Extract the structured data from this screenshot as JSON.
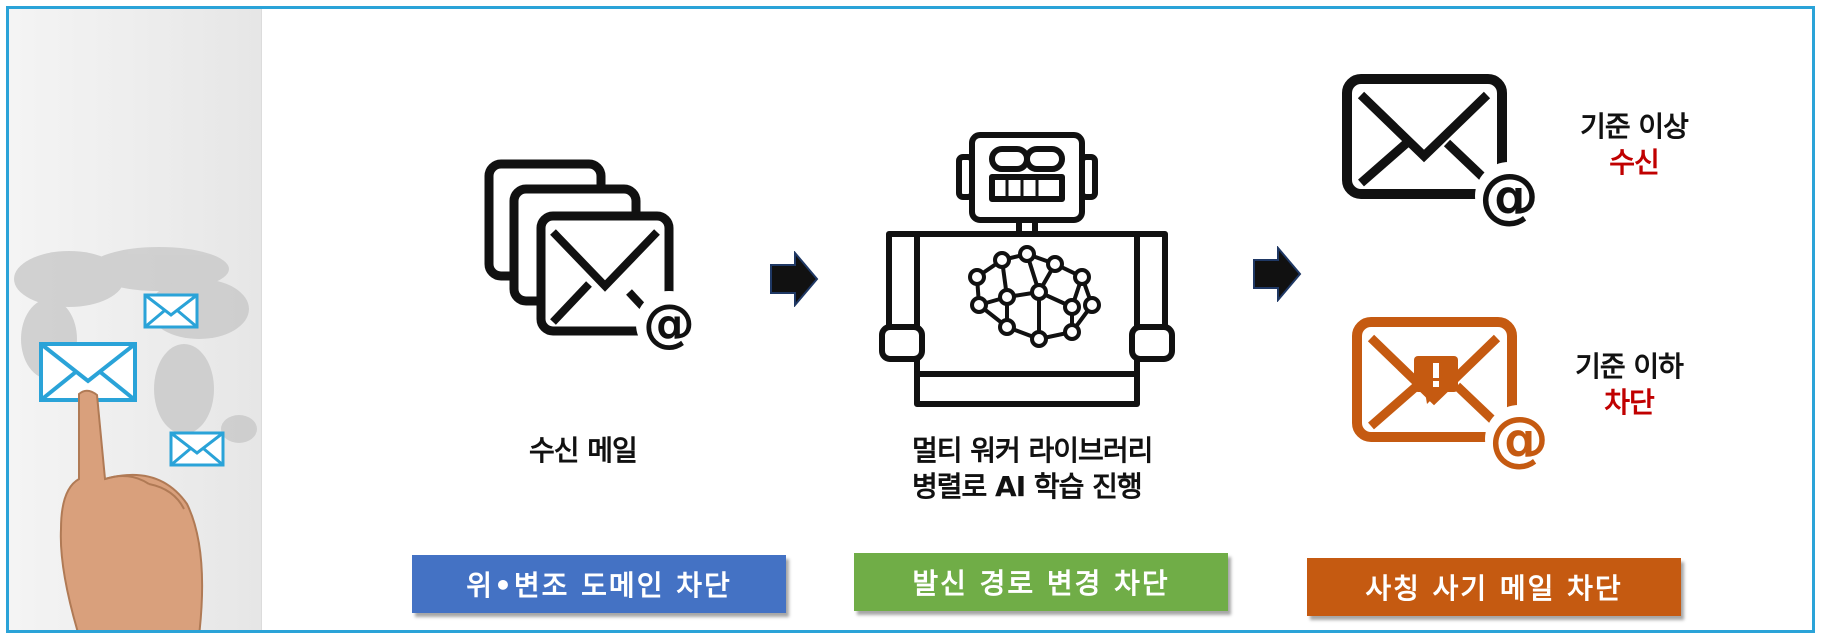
{
  "steps": {
    "incoming": {
      "label": "수신 메일"
    },
    "ai": {
      "line1": "멀티 워커 라이브러리",
      "line2": "병렬로 AI 학습 진행"
    },
    "results": {
      "above": {
        "line1": "기준 이상",
        "line2": "수신"
      },
      "below": {
        "line1": "기준 이하",
        "line2": "차단"
      }
    }
  },
  "buttons": [
    {
      "label": "위•변조 도메인 차단",
      "color": "#4472c4"
    },
    {
      "label": "발신 경로 변경 차단",
      "color": "#70ad47"
    },
    {
      "label": "사칭 사기 메일 차단",
      "color": "#c55a11"
    }
  ],
  "colors": {
    "frame": "#2aa3d8",
    "result_text_red": "#c00000",
    "block_icon": "#c55a11",
    "arrow": "#111111"
  }
}
